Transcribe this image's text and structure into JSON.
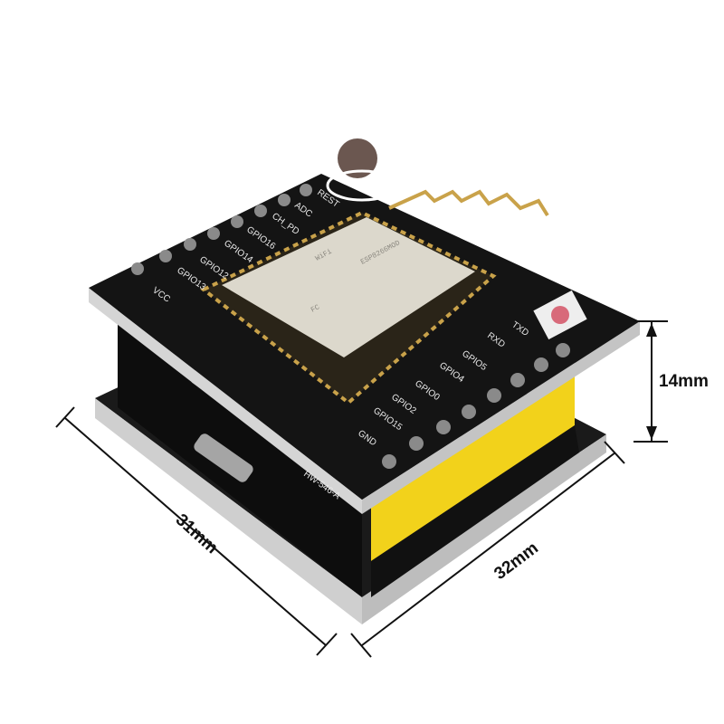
{
  "dimensions": {
    "height": "14mm",
    "depth": "31mm",
    "width": "32mm"
  },
  "board": {
    "model": "HW-546-A",
    "pins_back": [
      "VCC",
      "GPIO13",
      "GPIO12",
      "GPIO14",
      "GPIO16",
      "CH_PD",
      "ADC",
      "REST"
    ],
    "pins_front": [
      "GND",
      "GPIO15",
      "GPIO2",
      "GPIO0",
      "GPIO4",
      "GPIO5",
      "RXD",
      "TXD"
    ],
    "module_text": [
      "ESP8266MOD"
    ],
    "logos": [
      "WiFi",
      "FC"
    ]
  },
  "colors": {
    "pcb": "#141414",
    "header": "#f2d21b",
    "module": "#dcd8cc",
    "gold": "#c9a24a",
    "led": "#d86a7a"
  }
}
